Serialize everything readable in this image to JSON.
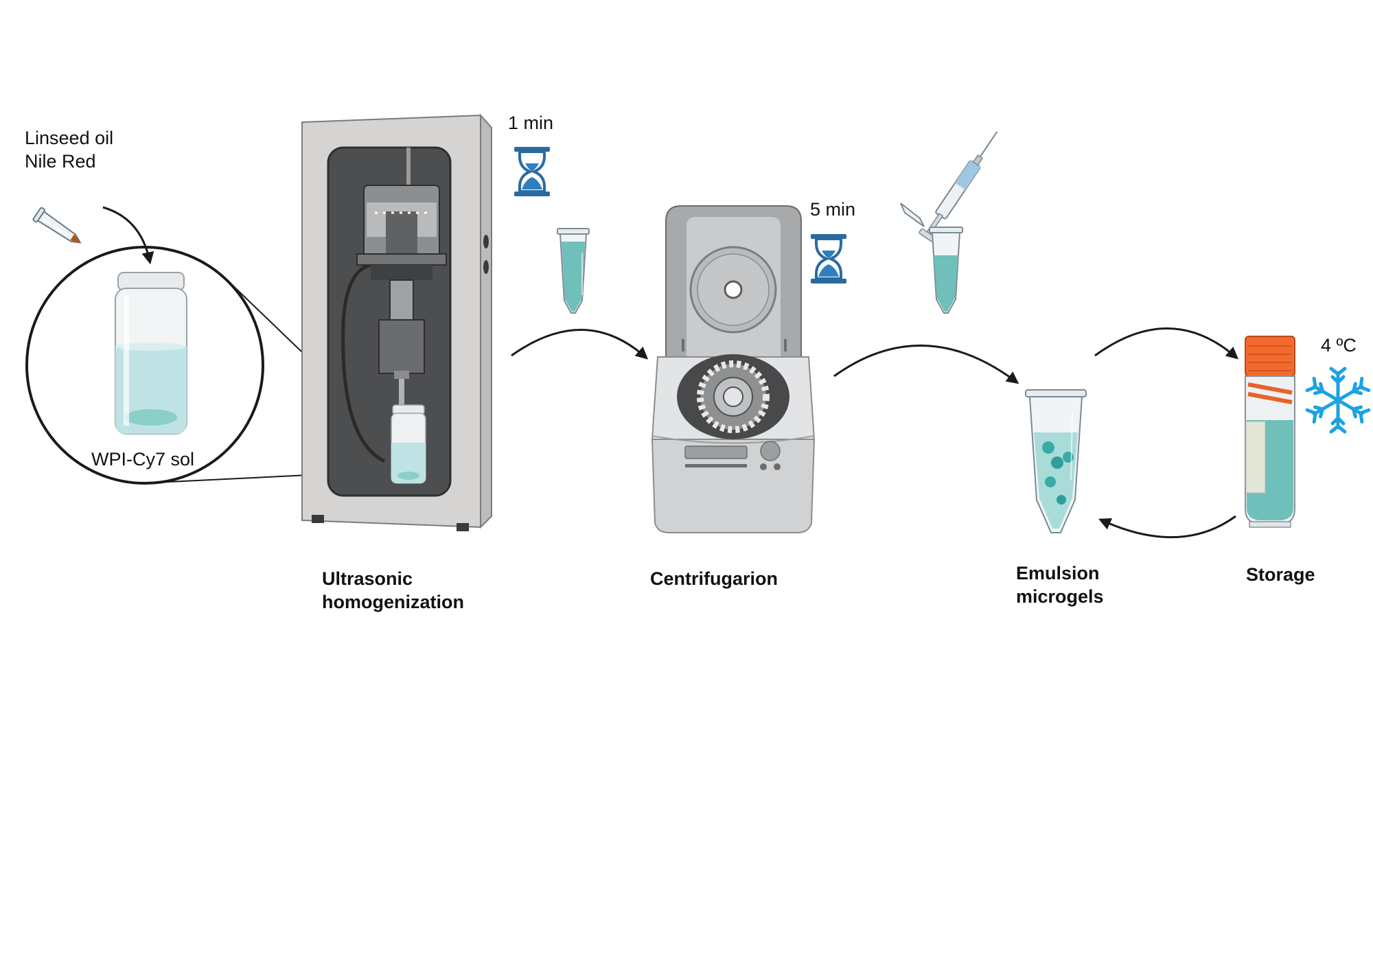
{
  "inputs": {
    "reagent_line1": "Linseed oil",
    "reagent_line2": "Nile Red",
    "vial_label": "WPI-Cy7 sol"
  },
  "times": {
    "sonication": "1 min",
    "centrifugation": "5 min"
  },
  "storage_temperature": "4 ºC",
  "stages": {
    "ultrasonic_line1": "Ultrasonic",
    "ultrasonic_line2": "homogenization",
    "centrifugation": "Centrifugarion",
    "emulsion_line1": "Emulsion",
    "emulsion_line2": "microgels",
    "storage": "Storage"
  },
  "icons": [
    "microtube-icon",
    "glass-vial-icon",
    "ultrasonic-homogenizer-icon",
    "hourglass-icon",
    "centrifuge-icon",
    "syringe-icon",
    "storage-tube-icon",
    "snowflake-icon",
    "curved-arrow-icon"
  ],
  "colors": {
    "liquid_teal": "#6fbfba",
    "liquid_light": "#bfe3e4",
    "hourglass_blue": "#2e7fbf",
    "cap_orange": "#f26a2e",
    "snowflake_blue": "#1aa3e0",
    "device_gray": "#c9c7c7"
  }
}
